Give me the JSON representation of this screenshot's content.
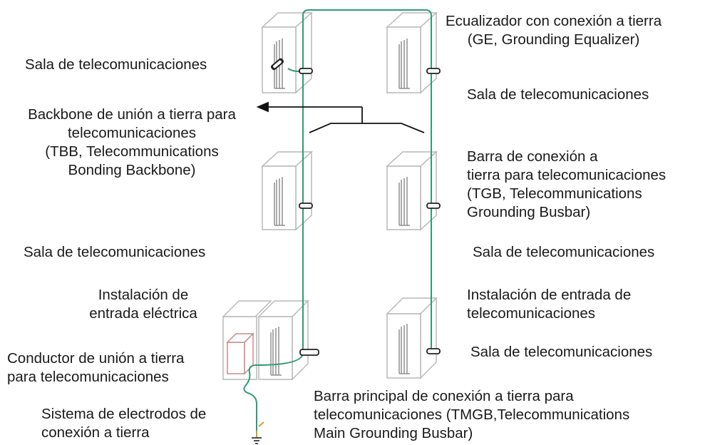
{
  "labels": {
    "ge_title": [
      "Ecualizador con conexión a tierra",
      "(GE, Grounding Equalizer)"
    ],
    "room_top_left": "Sala de telecomunicaciones",
    "room_top_right": "Sala de telecomunicaciones",
    "tbb": [
      "Backbone de unión a tierra para",
      "telecomunicaciones",
      "(TBB, Telecommunications",
      "Bonding Backbone)"
    ],
    "tgb": [
      "Barra de conexión a",
      "tierra para telecomunicaciones",
      "(TGB, Telecommunications",
      "Grounding Busbar)"
    ],
    "room_mid_left": "Sala de telecomunicaciones",
    "room_mid_right": "Sala de telecomunicaciones",
    "electrical_entrance": [
      "Instalación de",
      "entrada eléctrica"
    ],
    "telecom_entrance": [
      "Instalación de entrada de",
      "telecomunicaciones"
    ],
    "bonding_conductor": [
      "Conductor de unión a tierra",
      "para telecomunicaciones"
    ],
    "room_bottom_right": "Sala de telecomunicaciones",
    "electrode_system": [
      "Sistema de electrodos de",
      "conexión a tierra"
    ],
    "tmgb": [
      "Barra principal de conexión a tierra para",
      "telecomunicaciones (TMGB,Telecommunications",
      "Main Grounding Busbar)"
    ]
  },
  "colors": {
    "ground_wire": "#2e9a78",
    "cabinet_stroke": "#b9b9b9",
    "rack": "#8f8f8f",
    "busbar": "#222222",
    "pointer": "#111111",
    "ground_symbol": "#c9a227"
  }
}
